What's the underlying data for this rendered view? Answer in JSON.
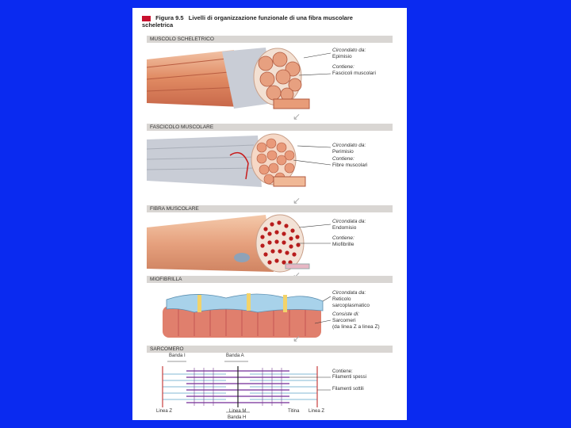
{
  "figure": {
    "label": "Figura 9.5",
    "title_line1": "Livelli di organizzazione funzionale di una fibra muscolare",
    "title_line2": "scheletrica"
  },
  "panels": [
    {
      "header": "MUSCOLO SCHELETRICO",
      "labels": [
        "Circondato da:",
        "Epimisio",
        "Contiene:",
        "Fascicoli muscolari"
      ]
    },
    {
      "header": "FASCICOLO MUSCOLARE",
      "labels": [
        "Circondato da:",
        "Perimisio",
        "Contiene:",
        "Fibre muscolari"
      ]
    },
    {
      "header": "FIBRA MUSCOLARE",
      "labels": [
        "Circondata da:",
        "Endomisio",
        "Contiene:",
        "Miofibrille"
      ]
    },
    {
      "header": "MIOFIBRILLA",
      "labels": [
        "Circondata da:",
        "Reticolo",
        "sarcoplasmatico",
        "Consiste di:",
        "Sarcomeri",
        "(da linea Z a linea Z)"
      ]
    },
    {
      "header": "SARCOMERO",
      "labels": [
        "Banda I",
        "Banda A",
        "Contiene:",
        "Filamenti spessi",
        "Filamenti sottili",
        "Linea Z",
        "Linea M",
        "Titina",
        "Linea Z",
        "Banda H"
      ]
    }
  ],
  "colors": {
    "background": "#0a2af0",
    "muscle": "#e89c78",
    "fiber_red": "#b81c1c",
    "sheath": "#c9cdd6"
  }
}
